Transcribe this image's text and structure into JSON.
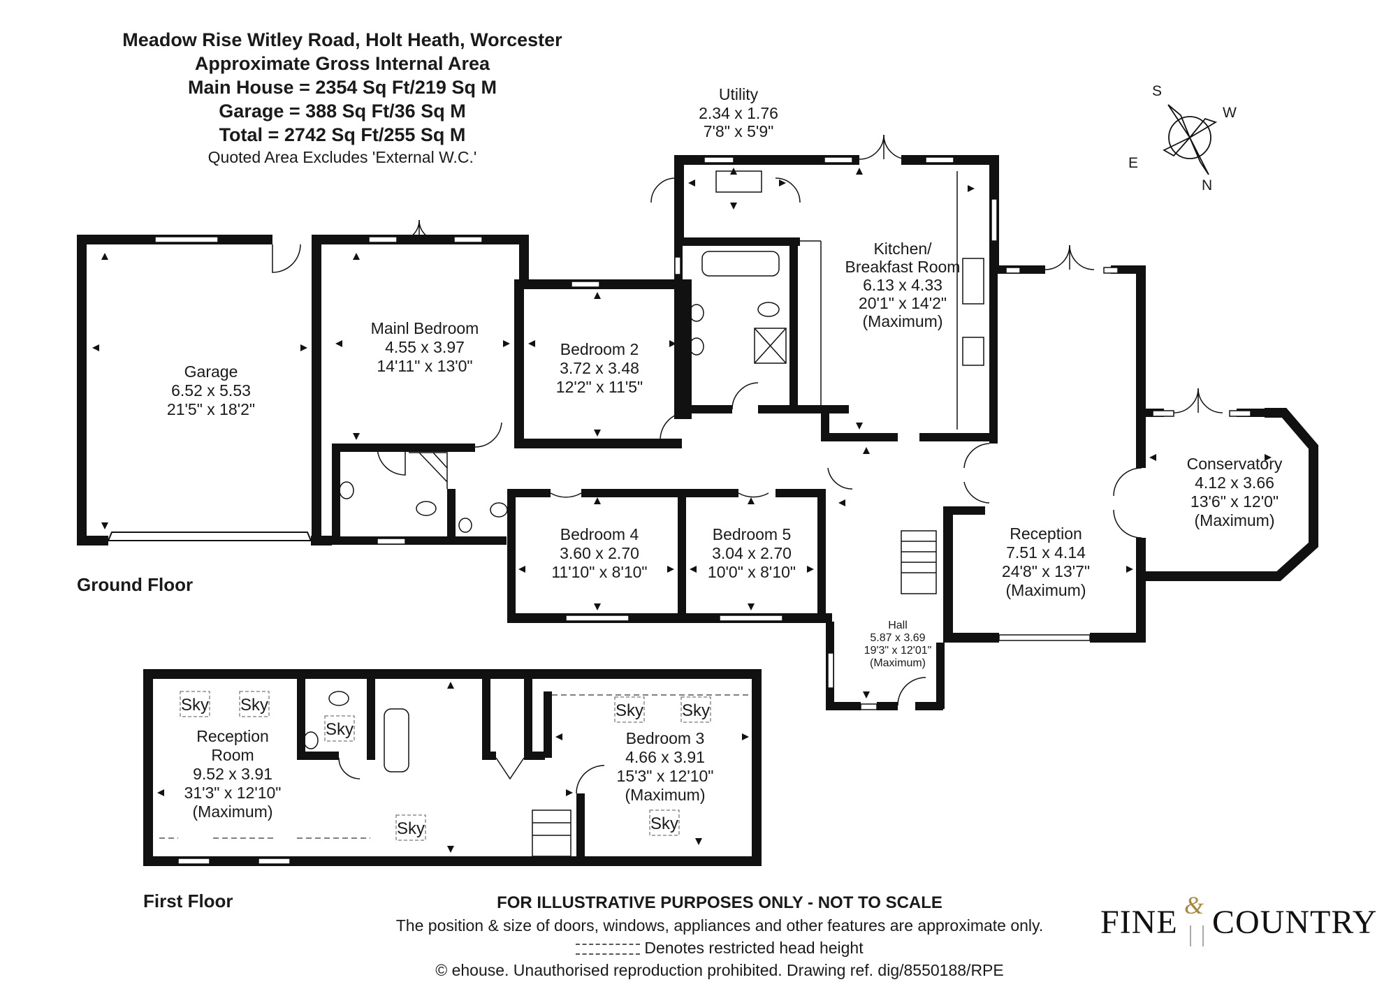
{
  "header": {
    "address": "Meadow Rise Witley Road, Holt Heath, Worcester",
    "area_title": "Approximate Gross Internal Area",
    "main_house": "Main House = 2354 Sq Ft/219 Sq M",
    "garage": "Garage = 388 Sq Ft/36 Sq M",
    "total": "Total = 2742 Sq Ft/255 Sq M",
    "note": "Quoted Area Excludes 'External W.C.'"
  },
  "compass": {
    "s": "S",
    "w": "W",
    "e": "E",
    "n": "N"
  },
  "floors": {
    "ground": "Ground Floor",
    "first": "First Floor"
  },
  "rooms": {
    "utility": {
      "name": "Utility",
      "metric": "2.34 x 1.76",
      "imperial": "7'8\" x 5'9\""
    },
    "kitchen": {
      "name1": "Kitchen/",
      "name2": "Breakfast Room",
      "metric": "6.13 x 4.33",
      "imperial": "20'1\" x 14'2\"",
      "note": "(Maximum)"
    },
    "garage": {
      "name": "Garage",
      "metric": "6.52 x 5.53",
      "imperial": "21'5\" x 18'2\""
    },
    "main_bedroom": {
      "name": "Mainl Bedroom",
      "metric": "4.55 x 3.97",
      "imperial": "14'11\" x 13'0\""
    },
    "bedroom2": {
      "name": "Bedroom 2",
      "metric": "3.72 x 3.48",
      "imperial": "12'2\" x 11'5\""
    },
    "bedroom4": {
      "name": "Bedroom 4",
      "metric": "3.60 x 2.70",
      "imperial": "11'10\" x 8'10\""
    },
    "bedroom5": {
      "name": "Bedroom 5",
      "metric": "3.04 x 2.70",
      "imperial": "10'0\" x 8'10\""
    },
    "reception": {
      "name": "Reception",
      "metric": "7.51 x 4.14",
      "imperial": "24'8\" x 13'7\"",
      "note": "(Maximum)"
    },
    "conservatory": {
      "name": "Conservatory",
      "metric": "4.12 x 3.66",
      "imperial": "13'6\" x 12'0\"",
      "note": "(Maximum)"
    },
    "hall": {
      "name": "Hall",
      "metric": "5.87 x 3.69",
      "imperial": "19'3\" x 12'01\"",
      "note": "(Maximum)"
    },
    "reception_room": {
      "name1": "Reception",
      "name2": "Room",
      "metric": "9.52 x 3.91",
      "imperial": "31'3\" x 12'10\"",
      "note": "(Maximum)"
    },
    "bedroom3": {
      "name": "Bedroom 3",
      "metric": "4.66 x 3.91",
      "imperial": "15'3\" x 12'10\"",
      "note": "(Maximum)"
    }
  },
  "sky_label": "Sky",
  "footer": {
    "disclaimer_title": "FOR ILLUSTRATIVE PURPOSES ONLY - NOT TO SCALE",
    "disclaimer": "The position & size of doors, windows, appliances and other features are approximate only.",
    "legend": "Denotes restricted head height",
    "copyright": "© ehouse. Unauthorised reproduction prohibited. Drawing ref. dig/8550188/RPE"
  },
  "logo": {
    "fine": "FINE",
    "amp": "&",
    "country": "COUNTRY",
    "gold": "#a8893d"
  },
  "colors": {
    "wall": "#111111",
    "window": "#ffffff"
  }
}
